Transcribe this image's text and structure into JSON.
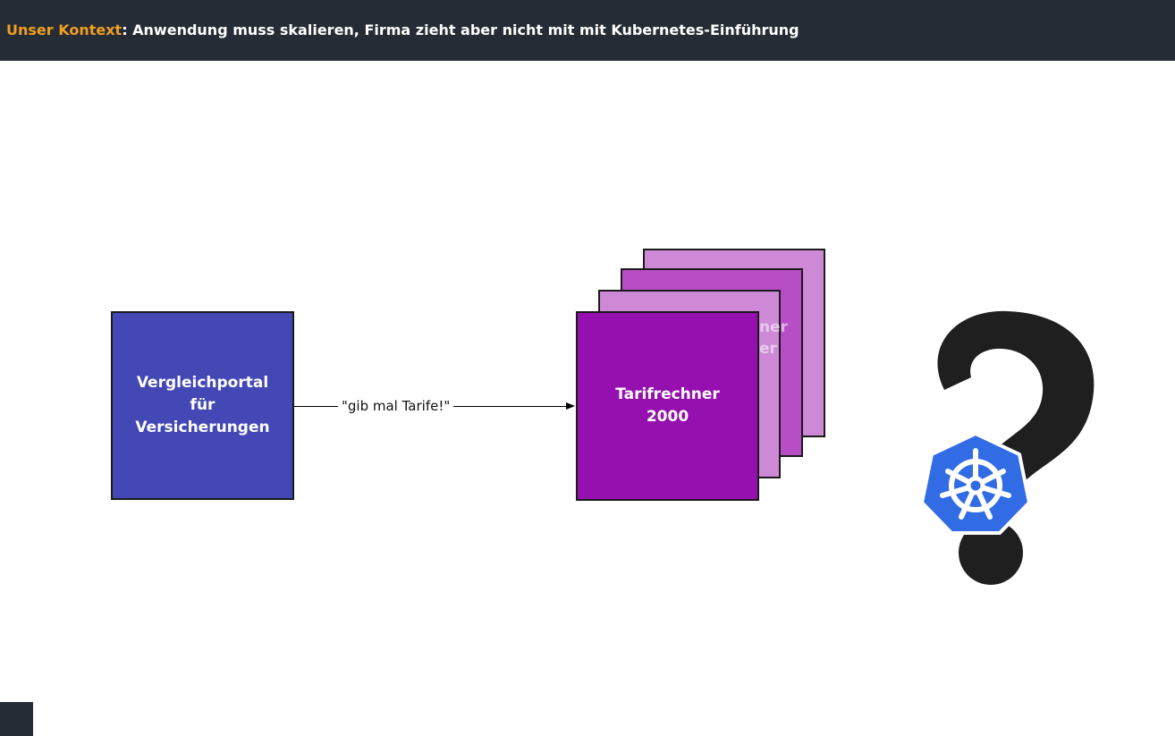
{
  "header": {
    "accent": "Unser Kontext",
    "title": ": Anwendung muss skalieren, Firma zieht aber nicht mit mit Kubernetes-Einführung"
  },
  "diagram": {
    "portal": {
      "line1": "Vergleichportal",
      "line2": "für",
      "line3": "Versicherungen"
    },
    "arrow_label": "\"gib mal Tarife!\"",
    "tarif": {
      "line1": "Tarifrechner",
      "line2": "2000"
    },
    "ghost_text_1": "ner",
    "ghost_text_2": "er",
    "question_icon": "question-mark-icon",
    "kubernetes_icon": "kubernetes-icon"
  },
  "colors": {
    "header_bg": "#262c35",
    "accent": "#f0a01e",
    "portal": "#4348b5",
    "tarif": "#9510ae",
    "stack_light": "#cd88d6",
    "stack_mid": "#b84ec6",
    "kubernetes": "#326ce5"
  }
}
